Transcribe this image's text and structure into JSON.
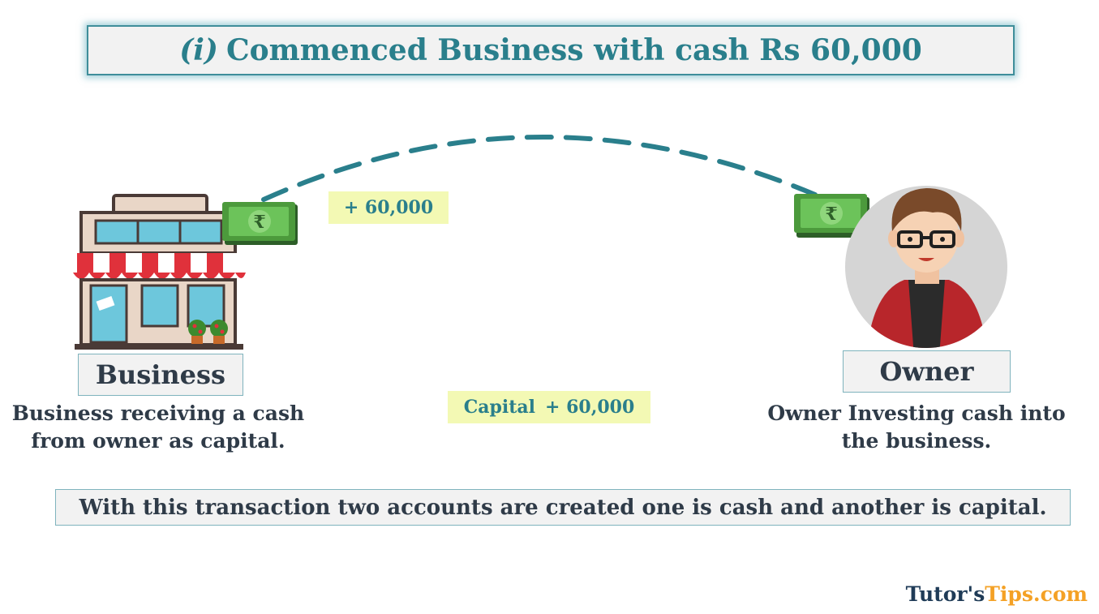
{
  "title": {
    "prefix": "(i)",
    "text": "Commenced Business with cash Rs 60,000"
  },
  "flow": {
    "top_amount": "+ 60,000",
    "capital_label": "Capital",
    "capital_amount": "+ 60,000"
  },
  "business": {
    "label": "Business",
    "description_line1": "Business receiving a cash",
    "description_line2": "from owner as capital."
  },
  "owner": {
    "label": "Owner",
    "description_line1": "Owner Investing cash into",
    "description_line2": "the business."
  },
  "note_symbol": "₹",
  "footer": "With this transaction two accounts are created one is cash and another is capital.",
  "brand": {
    "part1": "Tutor's",
    "part2": "Tips.com"
  },
  "colors": {
    "accent": "#2a7f8c",
    "highlight": "#f3f9b4",
    "text_dark": "#2f3b48",
    "money_green": "#4c9a3c",
    "awning_red": "#e0313b"
  }
}
